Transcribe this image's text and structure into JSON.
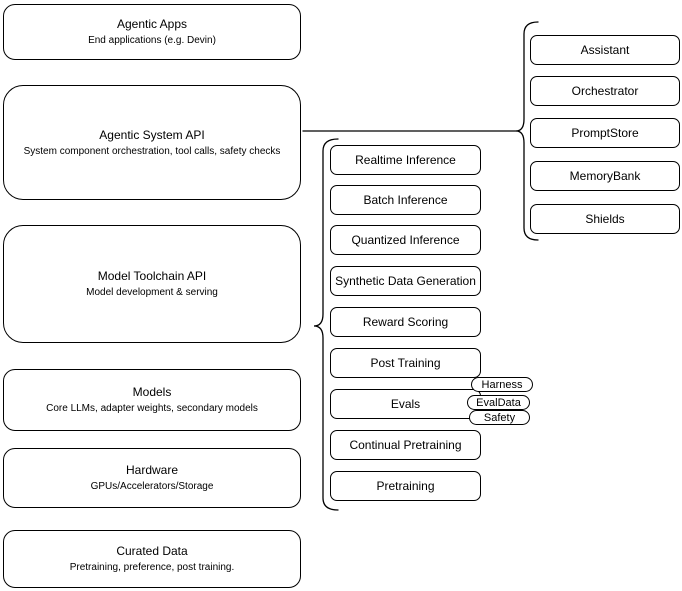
{
  "colors": {
    "stroke": "#000000",
    "fill": "#ffffff",
    "background": "#ffffff"
  },
  "stack": [
    {
      "title": "Agentic Apps",
      "subtitle": "End applications (e.g. Devin)"
    },
    {
      "title": "Agentic System API",
      "subtitle": "System component orchestration, tool calls, safety checks"
    },
    {
      "title": "Model Toolchain API",
      "subtitle": "Model development & serving"
    },
    {
      "title": "Models",
      "subtitle": "Core LLMs, adapter weights, secondary models"
    },
    {
      "title": "Hardware",
      "subtitle": "GPUs/Accelerators/Storage"
    },
    {
      "title": "Curated Data",
      "subtitle": "Pretraining, preference, post training."
    }
  ],
  "toolchain_items": [
    "Realtime Inference",
    "Batch Inference",
    "Quantized Inference",
    "Synthetic Data Generation",
    "Reward Scoring",
    "Post Training",
    "Evals",
    "Continual Pretraining",
    "Pretraining"
  ],
  "eval_tags": [
    "Harness",
    "EvalData",
    "Safety"
  ],
  "system_components": [
    "Assistant",
    "Orchestrator",
    "PromptStore",
    "MemoryBank",
    "Shields"
  ]
}
